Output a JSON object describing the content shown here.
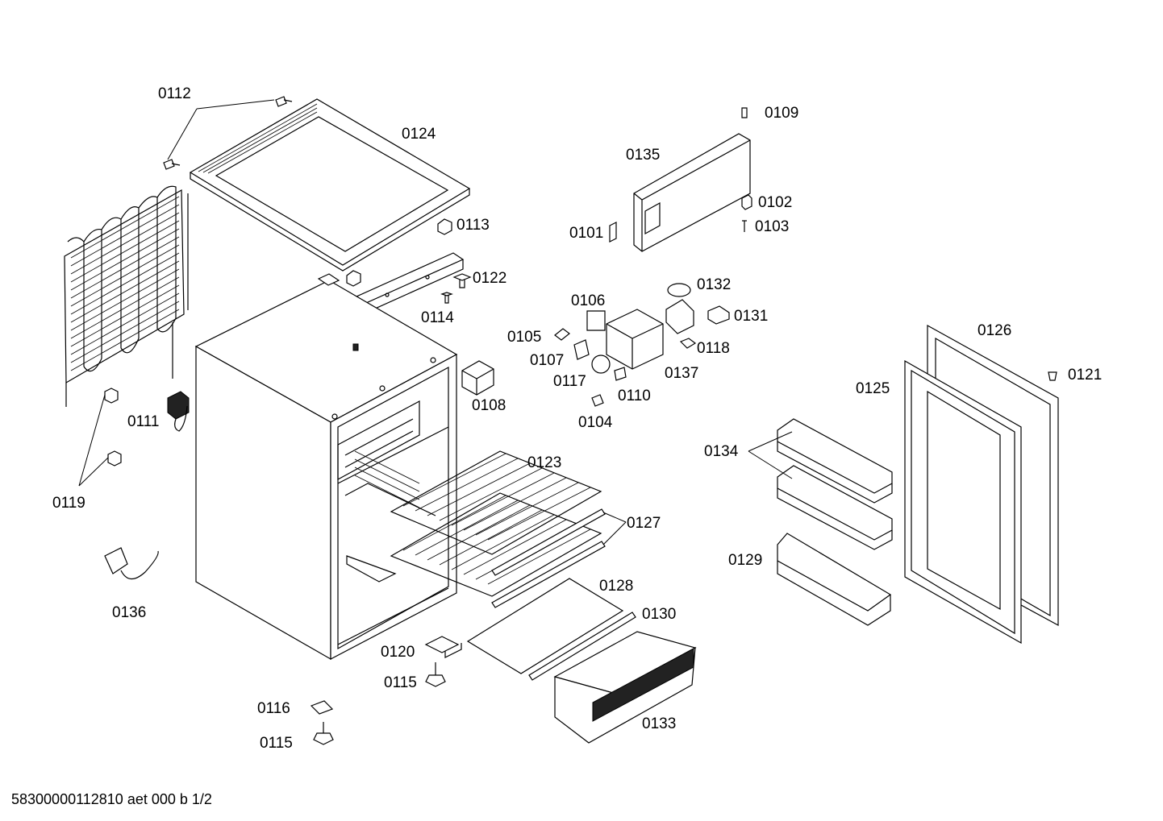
{
  "labels": {
    "p0112": "0112",
    "p0124": "0124",
    "p0113": "0113",
    "p0122": "0122",
    "p0114": "0114",
    "p0111": "0111",
    "p0119": "0119",
    "p0136": "0136",
    "p0108": "0108",
    "p0109": "0109",
    "p0135": "0135",
    "p0102": "0102",
    "p0103": "0103",
    "p0101": "0101",
    "p0132": "0132",
    "p0106": "0106",
    "p0131": "0131",
    "p0105": "0105",
    "p0118": "0118",
    "p0107": "0107",
    "p0137": "0137",
    "p0117": "0117",
    "p0110": "0110",
    "p0104": "0104",
    "p0126": "0126",
    "p0121": "0121",
    "p0125": "0125",
    "p0134": "0134",
    "p0123": "0123",
    "p0127": "0127",
    "p0129": "0129",
    "p0128": "0128",
    "p0130": "0130",
    "p0120": "0120",
    "p0115a": "0115",
    "p0116": "0116",
    "p0115b": "0115",
    "p0133": "0133"
  },
  "footer": "58300000112810 aet 000 b 1/2"
}
